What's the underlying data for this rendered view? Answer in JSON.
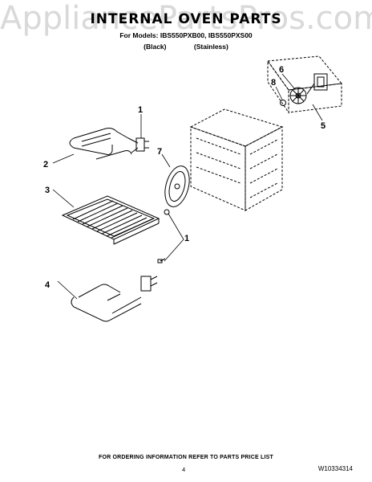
{
  "watermark": "AppliancePartsPros.com",
  "header": {
    "title": "INTERNAL OVEN PARTS",
    "models_line": "For Models: IBS550PXB00, IBS550PXS00",
    "finish_black": "(Black)",
    "finish_stainless": "(Stainless)"
  },
  "callouts": {
    "c1a": "1",
    "c2": "2",
    "c3": "3",
    "c4": "4",
    "c1b": "1",
    "c5": "5",
    "c6": "6",
    "c7": "7",
    "c8": "8"
  },
  "footer": {
    "note": "FOR ORDERING INFORMATION REFER TO PARTS PRICE LIST",
    "page_number": "4",
    "doc_number": "W10334314"
  }
}
